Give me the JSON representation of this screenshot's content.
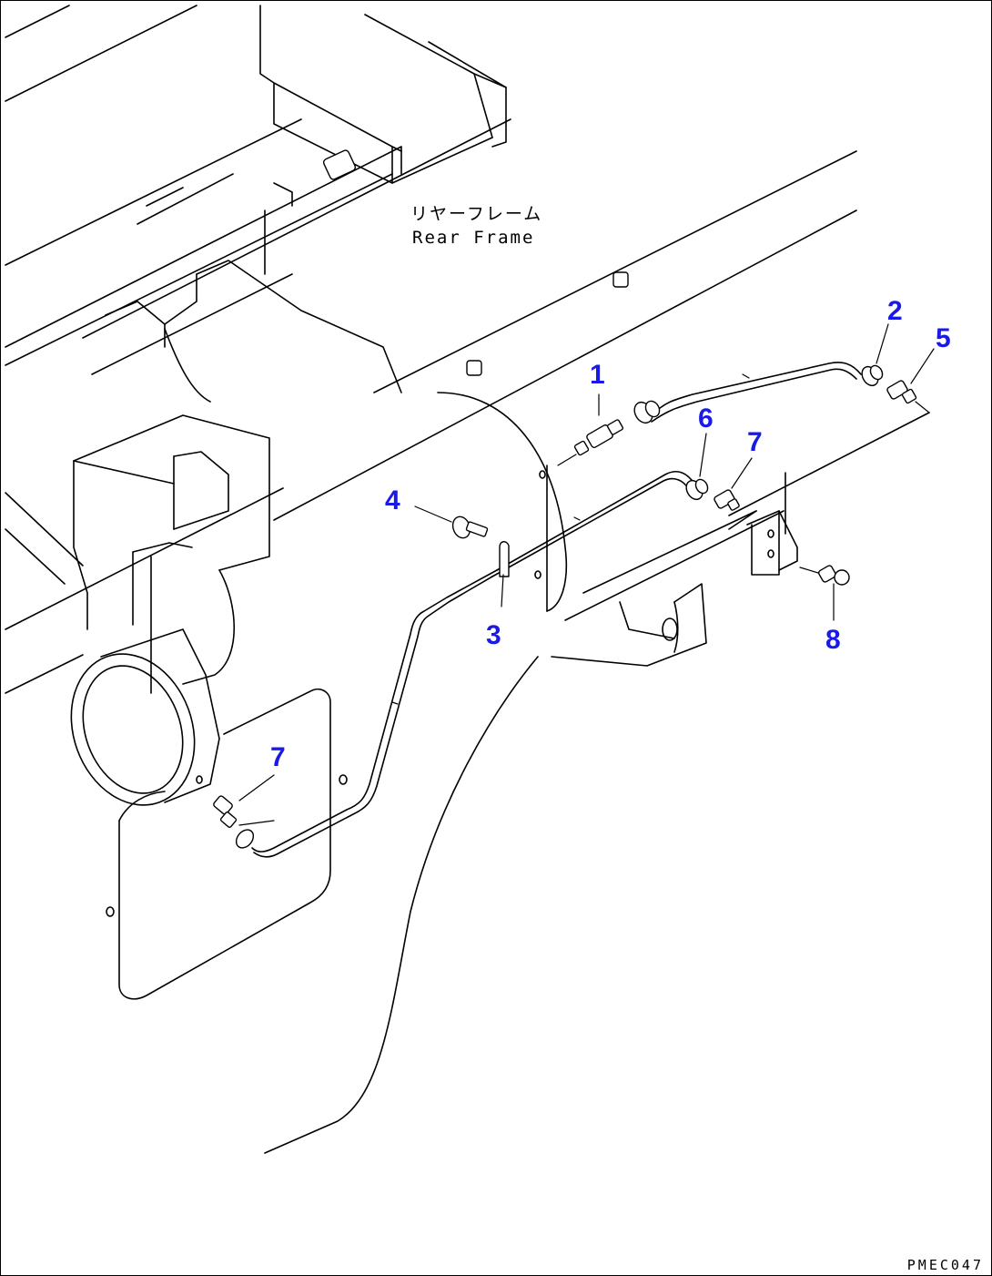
{
  "labels": {
    "frame_jp": "リヤーフレーム",
    "frame_en": "Rear Frame",
    "drawing_code": "PMEC047"
  },
  "callouts": [
    "1",
    "2",
    "3",
    "4",
    "5",
    "6",
    "7",
    "7",
    "8"
  ],
  "colors": {
    "callout": "#1a1ae6",
    "line": "#000000",
    "background": "#ffffff"
  }
}
